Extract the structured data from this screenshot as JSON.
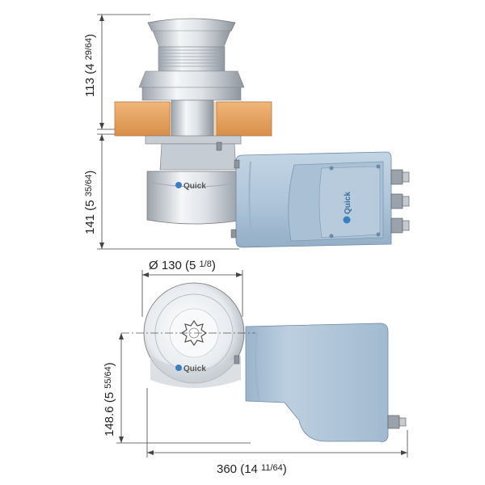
{
  "dimensions": {
    "top_height": {
      "main": "113 (4 ",
      "frac": "29/64",
      "close": ")"
    },
    "lower_height": {
      "main": "141 (5 ",
      "frac": "35/64",
      "close": ")"
    },
    "diameter": {
      "main": "Ø 130 (5 ",
      "frac": "1/8",
      "close": ")"
    },
    "plan_height": {
      "main": "148.6 (5 ",
      "frac": "55/64",
      "close": ")"
    },
    "length": {
      "main": "360 (14 ",
      "frac": "11/64",
      "close": ")"
    }
  },
  "brand": {
    "logo_text": "Quick"
  },
  "colors": {
    "motor_body": "#b3c9dc",
    "motor_shade": "#8fa9c1",
    "deck_wood": "#e8a868",
    "deck_wood_dark": "#c98542",
    "steel": "#d9dde2",
    "steel_dark": "#9aa2ab",
    "dim_line": "#444444",
    "brand_blue": "#3a7fc1"
  },
  "icons": [
    "gland-nut-icon",
    "quick-logo-icon"
  ]
}
